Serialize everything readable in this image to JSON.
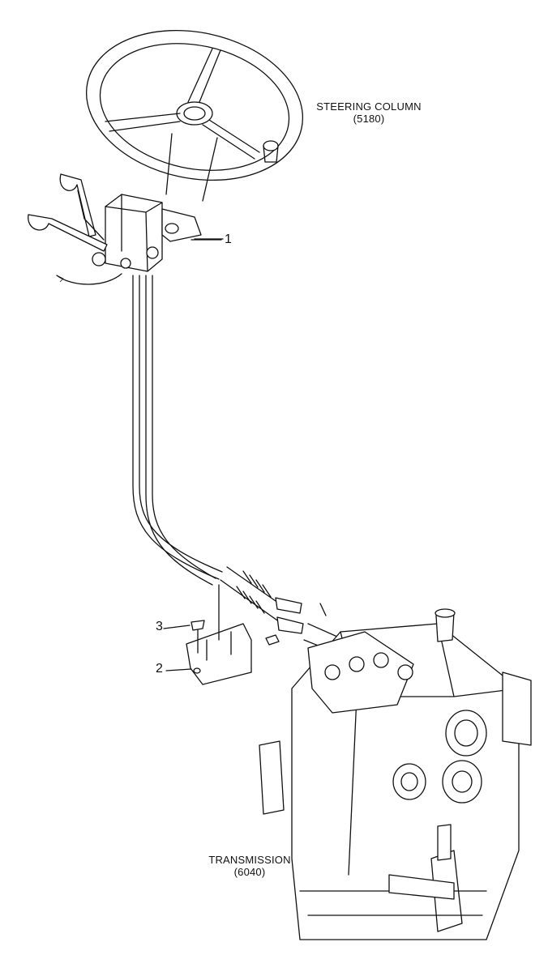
{
  "labels": {
    "steering_column_name": "STEERING COLUMN",
    "steering_column_code": "(5180)",
    "transmission_name": "TRANSMISSION",
    "transmission_code": "(6040)"
  },
  "callouts": [
    {
      "id": "1",
      "text": "1"
    },
    {
      "id": "2",
      "text": "2"
    },
    {
      "id": "3",
      "text": "3"
    }
  ]
}
